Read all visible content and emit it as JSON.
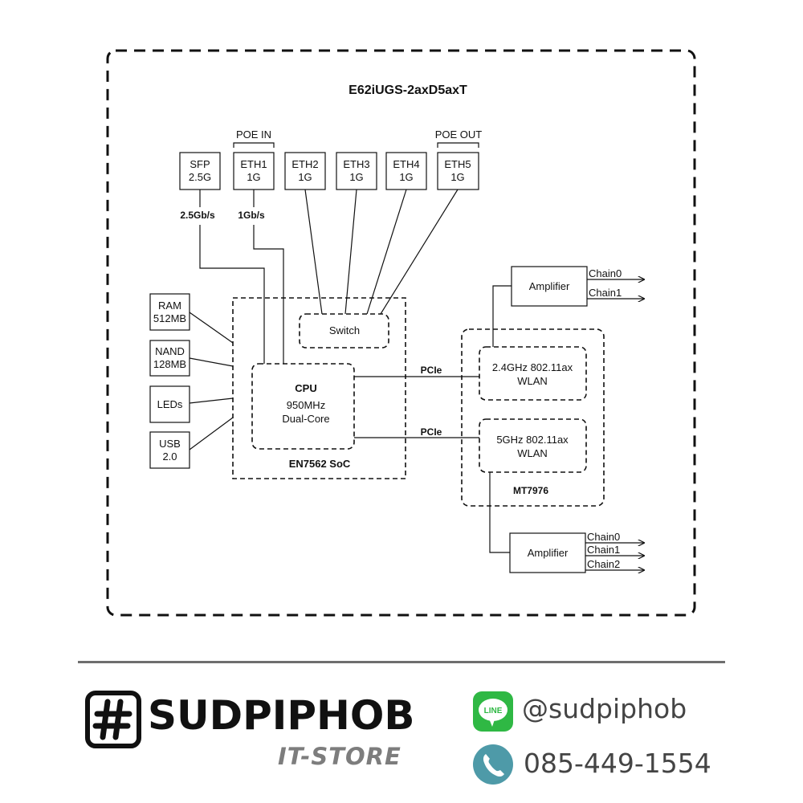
{
  "diagram": {
    "title": "E62iUGS-2axD5axT",
    "port_groups": {
      "poe_in": "POE IN",
      "poe_out": "POE OUT"
    },
    "ports": [
      {
        "id": "sfp",
        "name": "SFP",
        "speed": "2.5G",
        "link": "2.5Gb/s"
      },
      {
        "id": "eth1",
        "name": "ETH1",
        "speed": "1G",
        "link": "1Gb/s"
      },
      {
        "id": "eth2",
        "name": "ETH2",
        "speed": "1G"
      },
      {
        "id": "eth3",
        "name": "ETH3",
        "speed": "1G"
      },
      {
        "id": "eth4",
        "name": "ETH4",
        "speed": "1G"
      },
      {
        "id": "eth5",
        "name": "ETH5",
        "speed": "1G"
      }
    ],
    "peripherals": {
      "ram": [
        "RAM",
        "512MB"
      ],
      "nand": [
        "NAND",
        "128MB"
      ],
      "leds": "LEDs",
      "usb": [
        "USB",
        "2.0"
      ]
    },
    "soc": {
      "label": "EN7562 SoC",
      "switch": "Switch",
      "cpu": {
        "title": "CPU",
        "freq": "950MHz",
        "cores": "Dual-Core"
      }
    },
    "pcie": "PCIe",
    "wireless": {
      "label": "MT7976",
      "wlan24": [
        "2.4GHz 802.11ax",
        "WLAN"
      ],
      "wlan5": [
        "5GHz 802.11ax",
        "WLAN"
      ]
    },
    "amplifier": "Amplifier",
    "chains_top": [
      "Chain0",
      "Chain1"
    ],
    "chains_bottom": [
      "Chain0",
      "Chain1",
      "Chain2"
    ]
  },
  "footer": {
    "brand": "SUDPIPHOB",
    "subtitle": "IT-STORE",
    "line_logo": "LINE",
    "line_handle": "@sudpiphob",
    "phone": "085-449-1554",
    "line_color": "#2fb844",
    "phone_color": "#4e9aa8",
    "icons": [
      "hash-logo-icon",
      "line-icon",
      "phone-icon"
    ]
  }
}
